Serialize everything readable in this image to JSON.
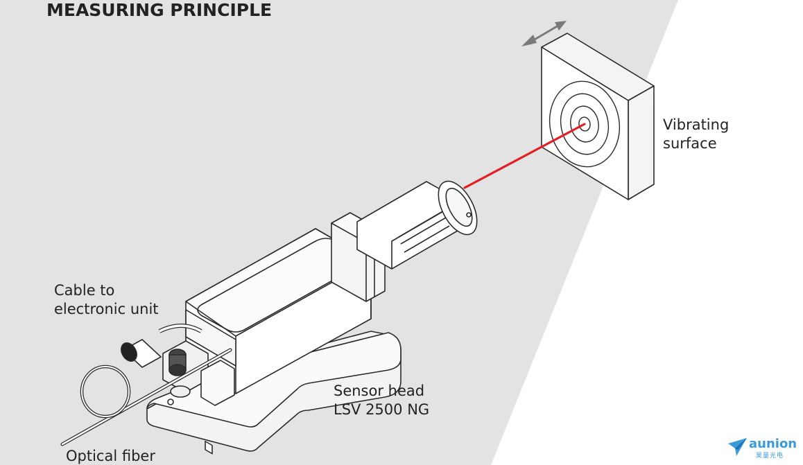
{
  "title": "MEASURING PRINCIPLE",
  "labels": {
    "cable": [
      "Cable to",
      "electronic unit"
    ],
    "vibrating": [
      "Vibrating",
      "surface"
    ],
    "sensor": [
      "Sensor head",
      "LSV 2500 NG"
    ],
    "fiber": "Optical fiber"
  },
  "logo": {
    "brand": "aunion",
    "sub": "昊量光电"
  },
  "colors": {
    "background_panel": "#e3e3e3",
    "laser_beam": "#e31e24",
    "outline": "#2a2a2a",
    "logo": "#3a9ad9"
  }
}
